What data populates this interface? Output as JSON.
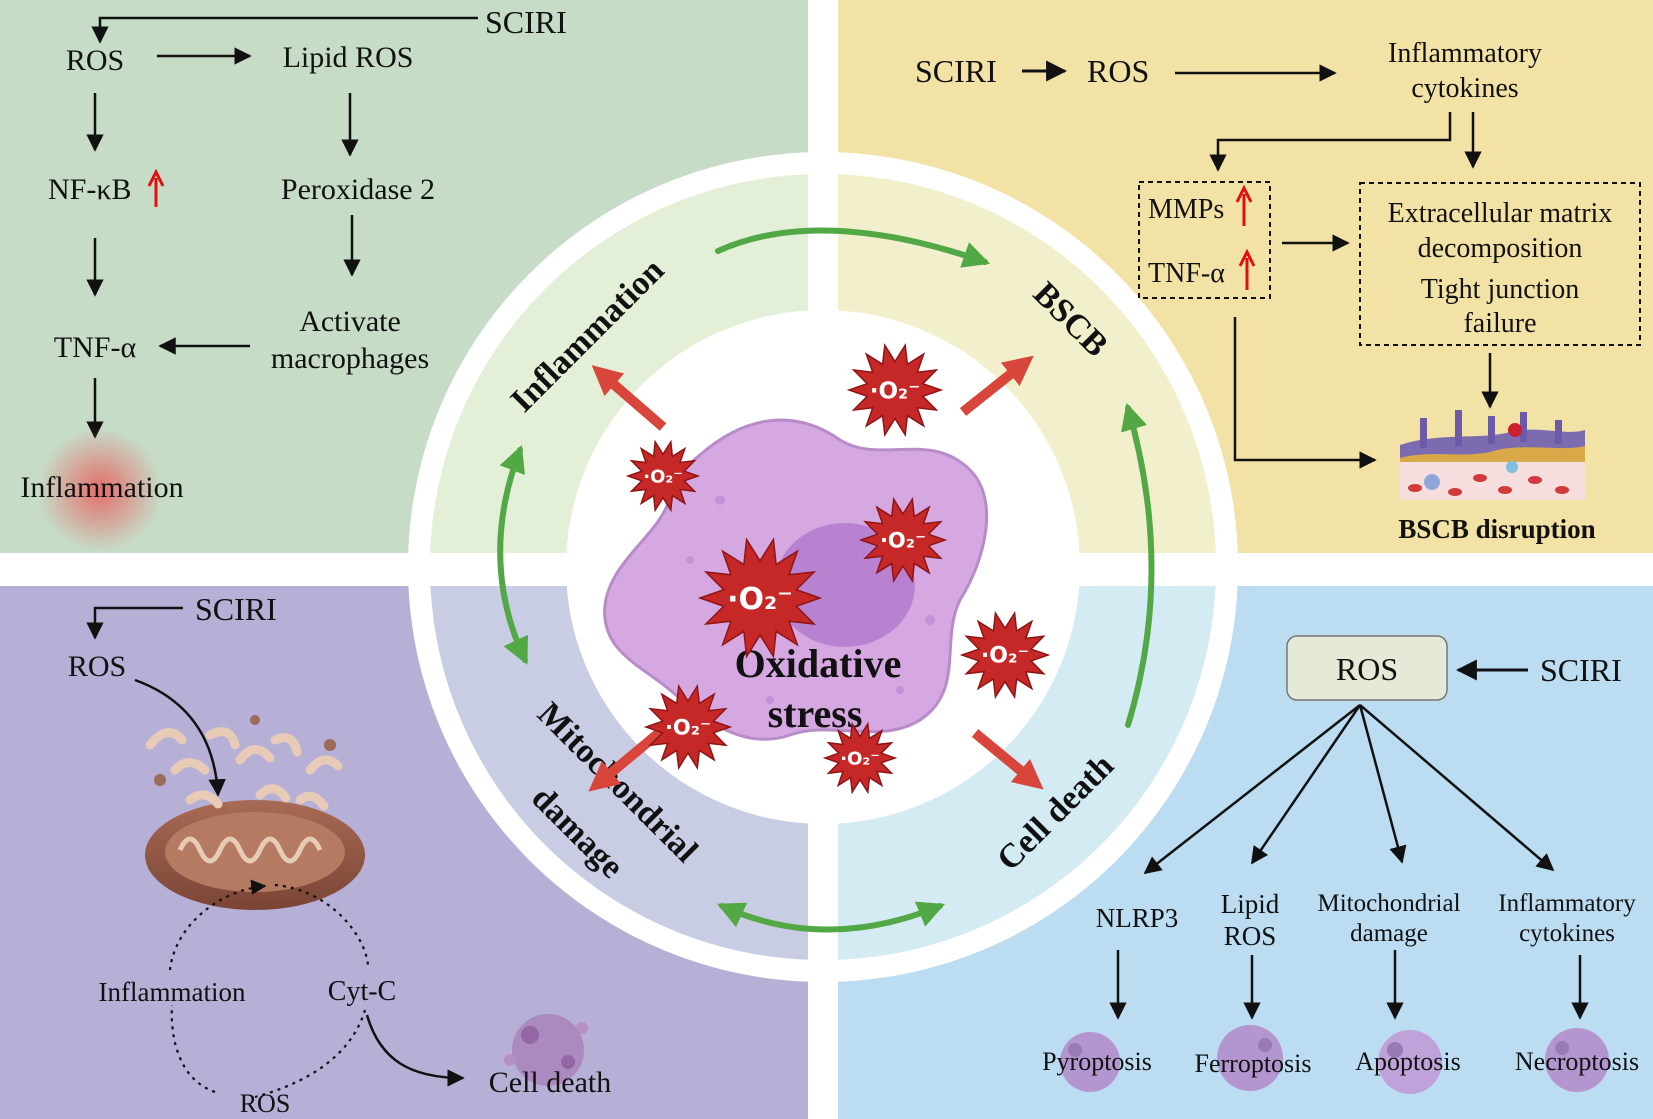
{
  "colors": {
    "tl_bg": "#c6dcc7",
    "tr_bg": "#f3e2a6",
    "bl_bg": "#b6afd6",
    "br_bg": "#bcdcf2",
    "ring_tl": "#e3efd6",
    "ring_tr": "#f2efcc",
    "ring_bl": "#c9cde4",
    "ring_br": "#d4ebf4",
    "cycle_arrow": "#52a845",
    "burst_arrow": "#d8453a",
    "burst_fill": "#c62828",
    "up_arrow": "#e01010",
    "cell_fill": "#d6a8e2",
    "nucleus_fill": "#b982d0"
  },
  "center": {
    "title_line1": "Oxidative",
    "title_line2": "stress",
    "superoxide": "·O₂⁻",
    "ring_labels": {
      "inflammation": "Inflammation",
      "bscb": "BSCB",
      "cell_death": "Cell death",
      "mito_line1": "Mitochondrial",
      "mito_line2": "damage"
    }
  },
  "top_left": {
    "sciri": "SCIRI",
    "ros": "ROS",
    "lipid_ros": "Lipid ROS",
    "nfkb": "NF-κB",
    "peroxidase": "Peroxidase 2",
    "activate_line1": "Activate",
    "activate_line2": "macrophages",
    "tnf": "TNF-α",
    "inflammation": "Inflammation"
  },
  "top_right": {
    "sciri": "SCIRI",
    "ros": "ROS",
    "cytokines_line1": "Inflammatory",
    "cytokines_line2": "cytokines",
    "mmps": "MMPs",
    "tnf": "TNF-α",
    "ecm_line1": "Extracellular matrix",
    "ecm_line2": "decomposition",
    "tj_line1": "Tight junction",
    "tj_line2": "failure",
    "bscb_disruption": "BSCB disruption"
  },
  "bottom_left": {
    "sciri": "SCIRI",
    "ros_top": "ROS",
    "inflammation": "Inflammation",
    "cytc": "Cyt-C",
    "ros_bottom": "ROS",
    "cell_death": "Cell death"
  },
  "bottom_right": {
    "ros": "ROS",
    "sciri": "SCIRI",
    "nlrp3": "NLRP3",
    "lipid_line1": "Lipid",
    "lipid_line2": "ROS",
    "mito_line1": "Mitochondrial",
    "mito_line2": "damage",
    "infl_line1": "Inflammatory",
    "infl_line2": "cytokines",
    "pyroptosis": "Pyroptosis",
    "ferroptosis": "Ferroptosis",
    "apoptosis": "Apoptosis",
    "necroptosis": "Necroptosis"
  }
}
